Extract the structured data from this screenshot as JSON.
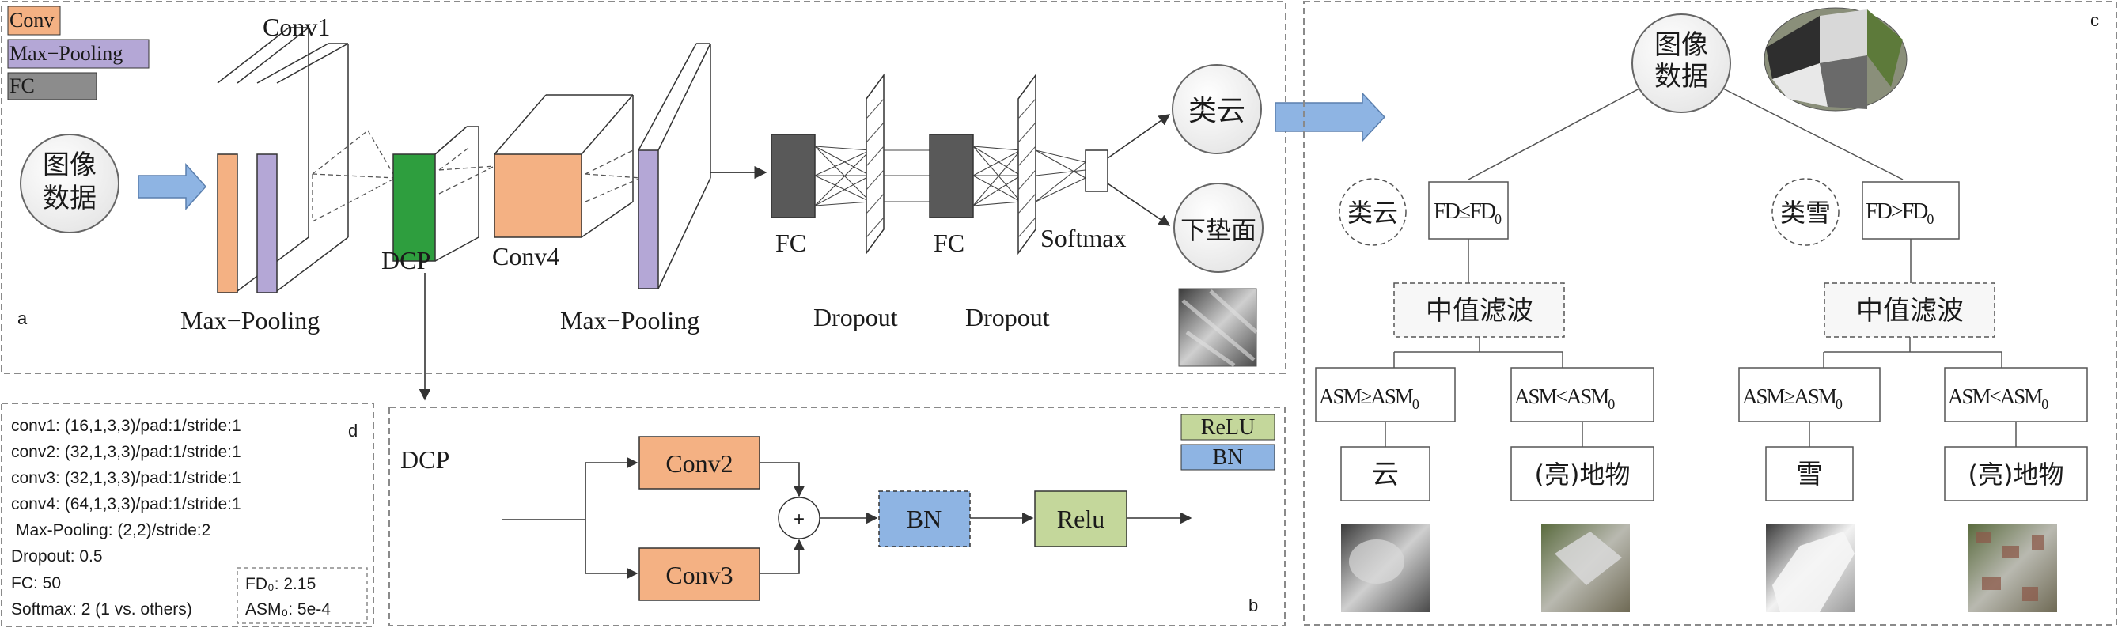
{
  "colors": {
    "conv": "#f4b183",
    "pool": "#b4a7d6",
    "fc": "#595959",
    "dcp": "#2e9e3e",
    "bn": "#8eb4e3",
    "relu": "#c4d79b",
    "arrow_fill": "#8eb4e3",
    "panel_border": "#8a8a8a"
  },
  "panel_a": {
    "label": "a",
    "legend": {
      "conv": "Conv",
      "pool": "Max−Pooling",
      "fc": "FC"
    },
    "input": {
      "line1": "图像",
      "line2": "数据"
    },
    "conv1": "Conv1",
    "maxpool1": "Max−Pooling",
    "dcp": "DCP",
    "conv4": "Conv4",
    "maxpool2": "Max−Pooling",
    "fc1": "FC",
    "fc2": "FC",
    "dropout1": "Dropout",
    "dropout2": "Dropout",
    "softmax": "Softmax",
    "out_cloud": "类云",
    "out_surface": "下垫面"
  },
  "panel_b": {
    "label": "b",
    "title": "DCP",
    "conv2": "Conv2",
    "conv3": "Conv3",
    "plus": "+",
    "bn": "BN",
    "relu": "Relu",
    "legend_relu": "ReLU",
    "legend_bn": "BN"
  },
  "panel_c": {
    "label": "c",
    "root": {
      "line1": "图像",
      "line2": "数据"
    },
    "left_class": "类云",
    "right_class": "类雪",
    "left_cond": {
      "main": "FD≤FD",
      "sub": "0"
    },
    "right_cond": {
      "main": "FD>FD",
      "sub": "0"
    },
    "filter": "中值滤波",
    "asm_ge": {
      "main": "ASM≥ASM",
      "sub": "0"
    },
    "asm_lt": {
      "main": "ASM<ASM",
      "sub": "0"
    },
    "leaf1": "云",
    "leaf2": "(亮)地物",
    "leaf3": "雪",
    "leaf4": "(亮)地物"
  },
  "panel_d": {
    "label": "d",
    "lines": [
      "conv1: (16,1,3,3)/pad:1/stride:1",
      "conv2: (32,1,3,3)/pad:1/stride:1",
      "conv3: (32,1,3,3)/pad:1/stride:1",
      "conv4: (64,1,3,3)/pad:1/stride:1",
      "Max-Pooling: (2,2)/stride:2",
      "Dropout: 0.5",
      "FC: 50",
      "Softmax: 2 (1 vs. others)"
    ],
    "fd0": "FD₀: 2.15",
    "asm0": "ASM₀: 5e-4"
  }
}
